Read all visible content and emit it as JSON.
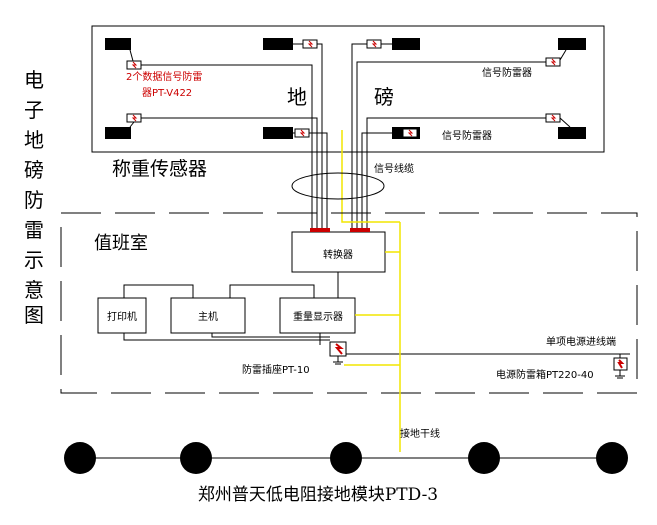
{
  "side_title": [
    "电",
    "子",
    "地",
    "磅",
    "防",
    "雷",
    "示",
    "意",
    "图"
  ],
  "scale_area": {
    "char_1": "地",
    "char_2": "磅",
    "sensor_label": "称重传感器",
    "red_note_line1": "2个数据信号防雷",
    "red_note_line2": "器PT-V422",
    "signal_arrester_label_1": "信号防雷器",
    "signal_arrester_label_2": "信号防雷器"
  },
  "signal_cable_label": "信号线缆",
  "duty_room": {
    "title": "值班室",
    "converter": "转换器",
    "printer": "打印机",
    "host": "主机",
    "weight_display": "重量显示器",
    "socket_arrester": "防雷插座PT-10",
    "power_inlet": "单项电源进线端",
    "power_arrester_box": "电源防雷箱PT220-40"
  },
  "ground_main_label": "接地干线",
  "ground_module_caption": "郑州普天低电阻接地模块PTD-3",
  "colors": {
    "ground_line": "#f2e600",
    "arrester": "#cc0000",
    "ink": "#000000"
  }
}
